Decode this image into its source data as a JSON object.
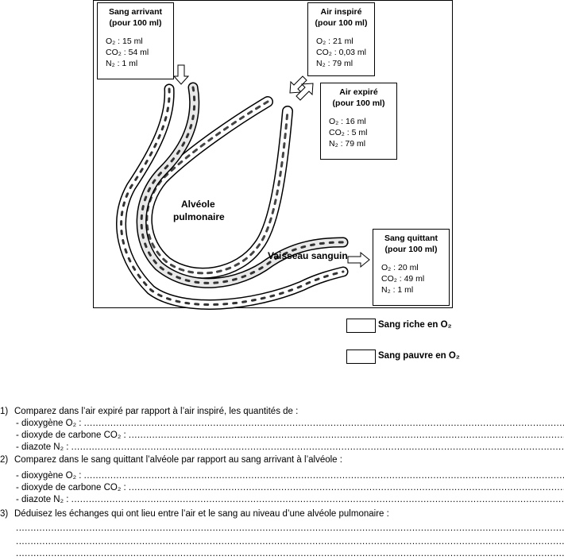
{
  "diagram": {
    "sang_arrivant": {
      "title": "Sang arrivant",
      "subtitle": "(pour 100 ml)",
      "o2": "O₂ : 15  ml",
      "co2": "CO₂ : 54 ml",
      "n2": "N₂ : 1 ml"
    },
    "air_inspire": {
      "title": "Air inspiré",
      "subtitle": "(pour 100 ml)",
      "o2": "O₂ : 21 ml",
      "co2": "CO₂ : 0,03 ml",
      "n2": "N₂ : 79 ml"
    },
    "air_expire": {
      "title": "Air expiré",
      "subtitle": "(pour 100 ml)",
      "o2": "O₂ : 16 ml",
      "co2": "CO₂ : 5 ml",
      "n2": "N₂ : 79 ml"
    },
    "sang_quittant": {
      "title": "Sang quittant",
      "subtitle": "(pour 100 ml)",
      "o2": "O₂ : 20 ml",
      "co2": "CO₂ : 49 ml",
      "n2": "N₂ : 1 ml"
    },
    "alveole_label_1": "Alvéole",
    "alveole_label_2": "pulmonaire",
    "vaisseau_label": "Vaisseau sanguin"
  },
  "legend": {
    "riche": "Sang riche en O₂",
    "pauvre": "Sang pauvre en O₂"
  },
  "questions": {
    "q1": {
      "num": "1)",
      "text": "Comparez dans l’air expiré par rapport à l’air inspiré, les quantités de :",
      "a": "- dioxygène O₂ :",
      "b": "- dioxyde de carbone CO₂ :",
      "c": "- diazote N₂ :"
    },
    "q2": {
      "num": "2)",
      "text": "Comparez dans le sang quittant l’alvéole par rapport au sang arrivant à l’alvéole :",
      "a": "- dioxygène O₂ :",
      "b": "- dioxyde de carbone CO₂ :",
      "c": "- diazote N₂ :"
    },
    "q3": {
      "num": "3)",
      "text": "Déduisez les échanges qui ont lieu entre l’air et le sang au niveau d’une alvéole pulmonaire :"
    }
  }
}
